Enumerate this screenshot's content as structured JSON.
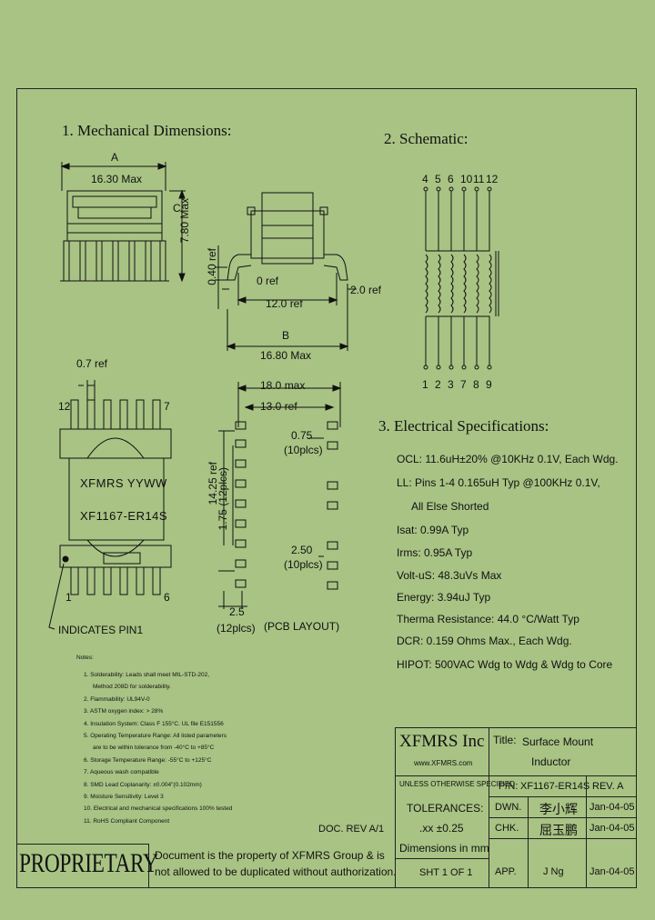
{
  "sections": {
    "mechanical": "1. Mechanical Dimensions:",
    "schematic": "2. Schematic:",
    "electrical": "3. Electrical   Specifications:"
  },
  "mech": {
    "dim_a_label": "A",
    "dim_a_value": "16.30 Max",
    "dim_c_value": "7.80 Max",
    "dim_c_label": "C",
    "dim_040": "0.40 ref",
    "dim_0ref": "0 ref",
    "dim_12ref": "12.0 ref",
    "dim_20ref": "2.0 ref",
    "dim_b_label": "B",
    "dim_b_value": "16.80 Max",
    "dim_07ref": "0.7 ref",
    "pin_12": "12",
    "pin_7": "7",
    "pin_1": "1",
    "pin_6": "6",
    "marking_line1": "XFMRS YYWW",
    "marking_line2": "XF1167-ER14S",
    "pin1_note": "INDICATES PIN1"
  },
  "pcb": {
    "dim_18max": "18.0 max",
    "dim_13ref": "13.0 ref",
    "dim_075": "0.75",
    "dim_075_count": "(10plcs)",
    "dim_1425": "14.25 ref",
    "dim_175": "1.75 (12plcs)",
    "dim_250": "2.50",
    "dim_250_count": "(10plcs)",
    "dim_25": "2.5",
    "dim_25_count": "(12plcs)",
    "layout_label": "(PCB LAYOUT)"
  },
  "schematic": {
    "top_pins": [
      "4",
      "5",
      "6",
      "10",
      "11",
      "12"
    ],
    "bottom_pins": [
      "1",
      "2",
      "3",
      "7",
      "8",
      "9"
    ]
  },
  "electrical": [
    "OCL: 11.6uH±20% @10KHz 0.1V, Each Wdg.",
    "LL: Pins 1-4 0.165uH Typ @100KHz 0.1V,",
    "All Else Shorted",
    "Isat: 0.99A Typ",
    "Irms: 0.95A Typ",
    "Volt-uS: 48.3uVs Max",
    "Energy: 3.94uJ Typ",
    "Therma  Resistance: 44.0 °C/Watt Typ",
    "DCR: 0.159 Ohms Max., Each Wdg.",
    "HIPOT: 500VAC  Wdg to Wdg & Wdg to Core"
  ],
  "notes": {
    "title": "Notes:",
    "items": [
      "1. Solderability: Leads shall meet MIL-STD-202,",
      "Method 208D for solderability.",
      "2. Flammability: UL94V-0",
      "3. ASTM oxygen index: > 28%",
      "4. Insulation System: Class F 155°C. UL file E151556",
      "5. Operating Temperature Range: All listed parameters",
      "are to be within tolerance from -40°C to +85°C",
      "6. Storage Temperature Range: -55°C to +125°C",
      "7. Aqueous wash compatible",
      "8. SMD Lead Coplanarity: ±0.004\"(0.102mm)",
      "9. Moisture Sensitivity: Level 3",
      "10. Electrical and mechanical specifications 100% tested",
      "11. RoHS Compliant Component"
    ]
  },
  "title_block": {
    "doc_rev": "DOC. REV A/1",
    "company": "XFMRS Inc",
    "website": "www.XFMRS.com",
    "title_label": "Title:",
    "title_value": "Surface Mount",
    "title_value2": "Inductor",
    "tol_line1": "UNLESS OTHERWISE SPECIFIED",
    "tol_line2": "TOLERANCES:",
    "tol_line3": ".xx ±0.25",
    "tol_line4": "Dimensions in mm",
    "pn_label": "P/N:",
    "pn_value": "XF1167-ER14S",
    "rev_label": "REV. A",
    "dwn_label": "DWN.",
    "dwn_name": "李小辉",
    "dwn_date": "Jan-04-05",
    "chk_label": "CHK.",
    "chk_name": "屈玉鹏",
    "chk_date": "Jan-04-05",
    "sht": "SHT 1 OF 1",
    "app_label": "APP.",
    "app_name": "J Ng",
    "app_date": "Jan-04-05"
  },
  "proprietary": {
    "word": "PROPRIETARY",
    "line1": "Document is the property of XFMRS Group & is",
    "line2": "not allowed to be duplicated without authorization."
  }
}
